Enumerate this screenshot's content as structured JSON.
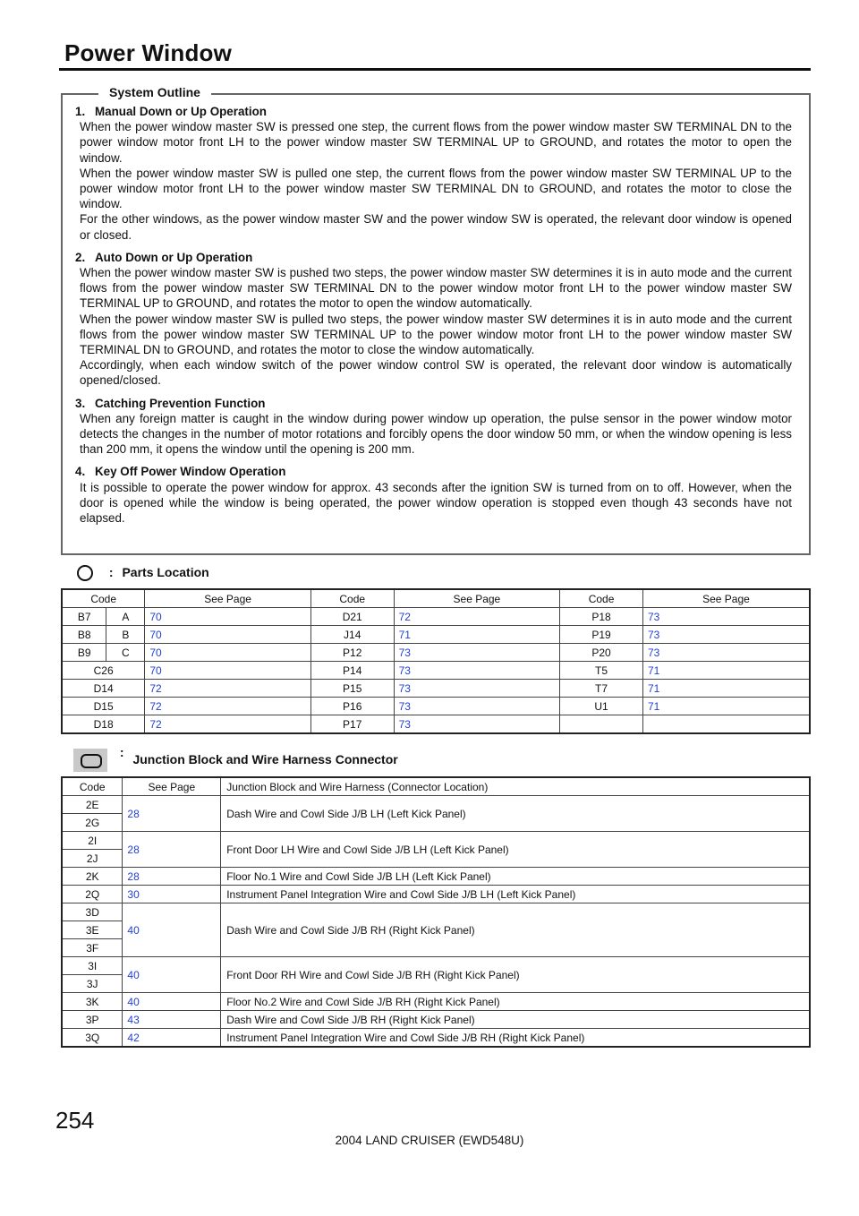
{
  "header": {
    "title": "Power Window"
  },
  "system_outline": {
    "legend": "System Outline",
    "sections": [
      {
        "num": "1.",
        "title": "Manual Down or Up Operation",
        "paragraphs": [
          "When the power window master SW is pressed one step, the current flows from the power window master SW TERMINAL DN to the power window motor front LH to the power window master SW TERMINAL UP to GROUND, and rotates the motor to open the window.",
          "When the power window master SW is pulled one step, the current flows from the power window master SW TERMINAL UP to the power window motor front LH to the power window master SW TERMINAL DN to GROUND, and rotates the motor to close the window.",
          "For the other windows, as the power window master SW and the power window SW is operated, the relevant door window is opened or closed."
        ]
      },
      {
        "num": "2.",
        "title": "Auto Down or Up Operation",
        "paragraphs": [
          "When the power window master SW is pushed two steps, the power window master SW determines it is in auto mode and the current flows from the power window master SW TERMINAL DN to the power window motor front LH to the power window master SW TERMINAL UP to GROUND, and rotates the motor to open the window automatically.",
          "When the power window master SW is pulled two steps, the power window master SW determines it is in auto mode and the current flows from the power window master SW TERMINAL UP to the power window motor front LH to the power window master SW TERMINAL DN to GROUND, and rotates the motor to close the window automatically.",
          "Accordingly, when each window switch of the power window control SW is operated, the relevant door window is automatically opened/closed."
        ]
      },
      {
        "num": "3.",
        "title": "Catching Prevention Function",
        "paragraphs": [
          "When any foreign matter is caught in the window during power window up operation, the pulse sensor in the power window motor detects the changes in the number of motor rotations and forcibly opens the door window 50 mm, or when the window opening is less than 200 mm, it opens the window until the opening is 200 mm."
        ]
      },
      {
        "num": "4.",
        "title": "Key Off Power Window Operation",
        "paragraphs": [
          "It is possible to operate the power window for approx. 43 seconds after the ignition SW is turned from on to off. However, when the door is opened while the window is being operated, the power window operation is stopped even though 43 seconds have not elapsed."
        ]
      }
    ]
  },
  "parts_location": {
    "legend_colon": ":",
    "legend_text": "Parts Location",
    "headers": [
      "Code",
      "See Page",
      "Code",
      "See Page",
      "Code",
      "See Page"
    ],
    "rows": [
      {
        "c1a": "B7",
        "c1b": "A",
        "p1": "70",
        "c2": "D21",
        "p2": "72",
        "c3": "P18",
        "p3": "73"
      },
      {
        "c1a": "B8",
        "c1b": "B",
        "p1": "70",
        "c2": "J14",
        "p2": "71",
        "c3": "P19",
        "p3": "73"
      },
      {
        "c1a": "B9",
        "c1b": "C",
        "p1": "70",
        "c2": "P12",
        "p2": "73",
        "c3": "P20",
        "p3": "73"
      },
      {
        "c1": "C26",
        "p1": "70",
        "c2": "P14",
        "p2": "73",
        "c3": "T5",
        "p3": "71"
      },
      {
        "c1": "D14",
        "p1": "72",
        "c2": "P15",
        "p2": "73",
        "c3": "T7",
        "p3": "71"
      },
      {
        "c1": "D15",
        "p1": "72",
        "c2": "P16",
        "p2": "73",
        "c3": "U1",
        "p3": "71"
      },
      {
        "c1": "D18",
        "p1": "72",
        "c2": "P17",
        "p2": "73",
        "c3": "",
        "p3": ""
      }
    ]
  },
  "junction": {
    "legend_colon": ":",
    "legend_text": "Junction Block and Wire Harness Connector",
    "headers": [
      "Code",
      "See Page",
      "Junction Block and Wire Harness (Connector Location)"
    ],
    "groups": [
      {
        "codes": [
          "2E",
          "2G"
        ],
        "page": "28",
        "location": "Dash Wire and Cowl Side J/B LH (Left Kick Panel)"
      },
      {
        "codes": [
          "2I",
          "2J"
        ],
        "page": "28",
        "location": "Front Door LH Wire and Cowl Side J/B LH (Left Kick Panel)"
      },
      {
        "codes": [
          "2K"
        ],
        "page": "28",
        "location": "Floor No.1 Wire and Cowl Side J/B LH (Left Kick Panel)"
      },
      {
        "codes": [
          "2Q"
        ],
        "page": "30",
        "location": "Instrument Panel Integration Wire and Cowl Side J/B LH (Left Kick Panel)"
      },
      {
        "codes": [
          "3D",
          "3E",
          "3F"
        ],
        "page": "40",
        "location": "Dash Wire and Cowl Side J/B RH (Right Kick Panel)"
      },
      {
        "codes": [
          "3I",
          "3J"
        ],
        "page": "40",
        "location": "Front Door RH Wire and Cowl Side J/B RH (Right Kick Panel)"
      },
      {
        "codes": [
          "3K"
        ],
        "page": "40",
        "location": "Floor No.2 Wire and Cowl Side J/B RH (Right Kick Panel)"
      },
      {
        "codes": [
          "3P"
        ],
        "page": "43",
        "location": "Dash Wire and Cowl Side J/B RH (Right Kick Panel)"
      },
      {
        "codes": [
          "3Q"
        ],
        "page": "42",
        "location": "Instrument Panel Integration Wire and Cowl Side J/B RH (Right Kick Panel)"
      }
    ]
  },
  "footer": {
    "page_number": "254",
    "doc_ref": "2004 LAND CRUISER (EWD548U)"
  },
  "colors": {
    "link": "#1f3fd6",
    "text": "#111111",
    "glyph_bg": "#c9c9c9"
  }
}
